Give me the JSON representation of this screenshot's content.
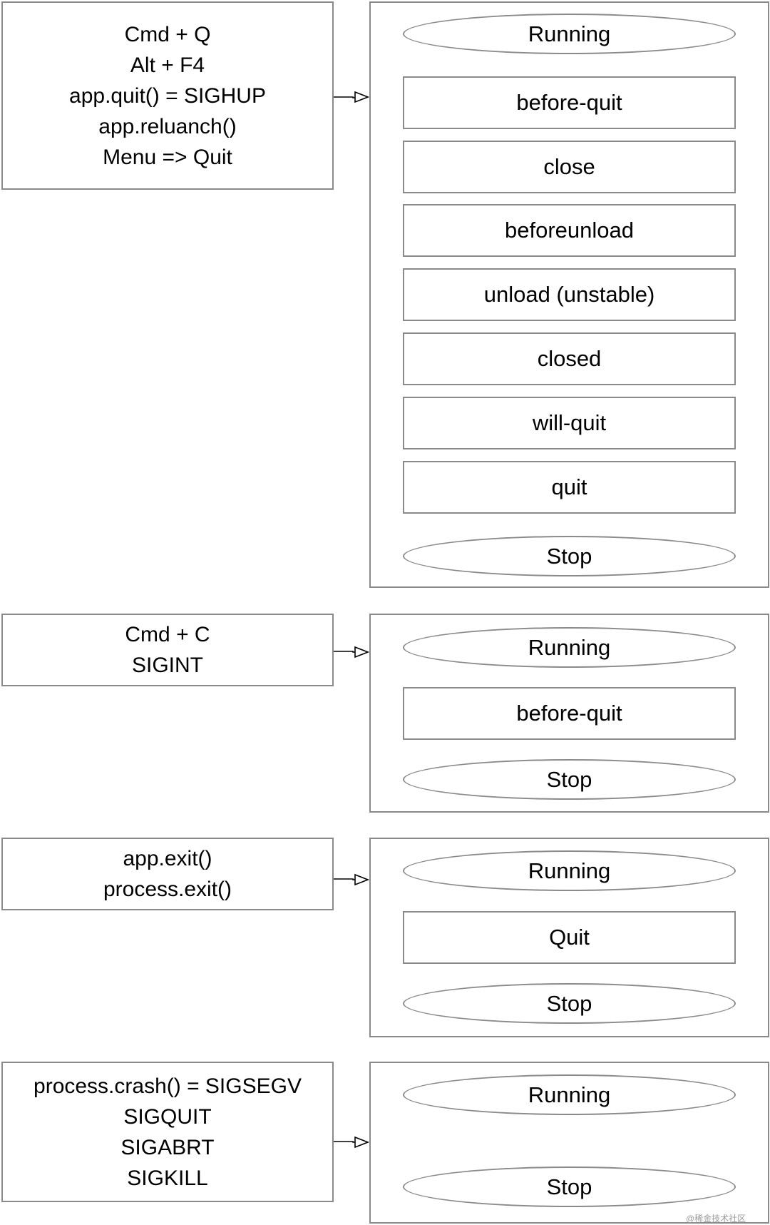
{
  "groups": [
    {
      "trigger": [
        "Cmd + Q",
        "Alt + F4",
        "app.quit() = SIGHUP",
        "app.reluanch()",
        "Menu => Quit"
      ],
      "start_state": "Running",
      "events": [
        "before-quit",
        "close",
        "beforeunload",
        "unload (unstable)",
        "closed",
        "will-quit",
        "quit"
      ],
      "end_state": "Stop"
    },
    {
      "trigger": [
        "Cmd + C",
        "SIGINT"
      ],
      "start_state": "Running",
      "events": [
        "before-quit"
      ],
      "end_state": "Stop"
    },
    {
      "trigger": [
        "app.exit()",
        "process.exit()"
      ],
      "start_state": "Running",
      "events": [
        "Quit"
      ],
      "end_state": "Stop"
    },
    {
      "trigger": [
        "process.crash() = SIGSEGV",
        "SIGQUIT",
        "SIGABRT",
        "SIGKILL"
      ],
      "start_state": "Running",
      "events": [],
      "end_state": "Stop"
    }
  ],
  "watermark": "@稀金技术社区"
}
